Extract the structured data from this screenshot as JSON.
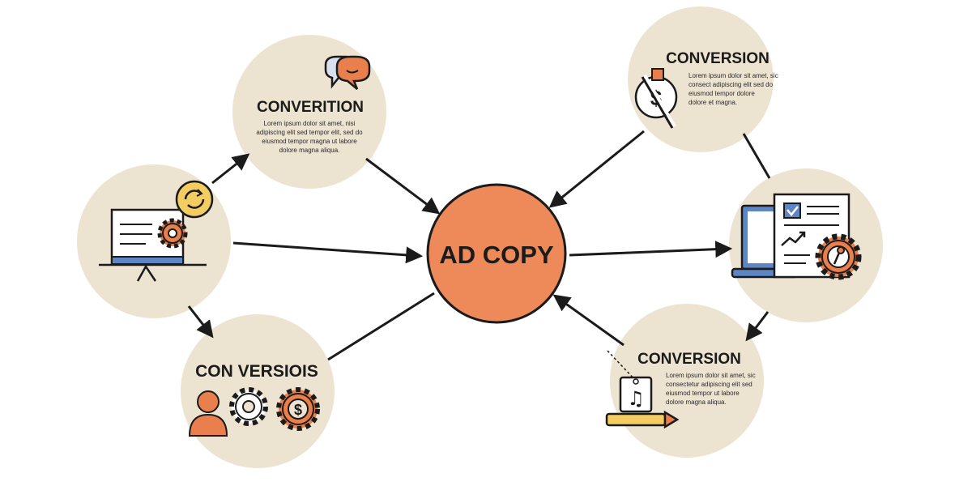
{
  "center": {
    "label": "AD COPY"
  },
  "nodes": [
    {
      "id": "top-left",
      "title": "CONVERITION",
      "body": [
        "Lorem ipsum dolor sit amet, nisi",
        "adipiscing elit sed tempor elit, sed do",
        "eiusmod tempor magna ut labore",
        "dolore magna aliqua."
      ]
    },
    {
      "id": "left",
      "title": "",
      "body": []
    },
    {
      "id": "bottom-left",
      "title": "CON VERSIOIS",
      "body": []
    },
    {
      "id": "top-right",
      "title": "CONVERSION",
      "body": [
        "Lorem ipsum dolor sit amet, sic",
        "consect adipiscing elit sed do",
        "eiusmod tempor dolore",
        "dolore et magna."
      ]
    },
    {
      "id": "right",
      "title": "",
      "body": []
    },
    {
      "id": "bottom-right",
      "title": "CONVERSION",
      "body": [
        "Lorem ipsum dolor sit amet, sic",
        "consectetur adipiscing elit sed",
        "eiusmod tempor ut labore",
        "dolore magna aliqua."
      ]
    }
  ],
  "colors": {
    "node_fill": "#ede3d1",
    "center_fill": "#ee8a5a",
    "center_stroke": "#1b1b1b",
    "accent_orange": "#e97f4c",
    "accent_yellow": "#f4cd62",
    "accent_blue": "#5e86c4",
    "line": "#1b1b1b"
  },
  "icons": {
    "top-left": [
      "chat-bubbles-icon"
    ],
    "left": [
      "presentation-board-icon",
      "refresh-coin-icon",
      "gear-icon"
    ],
    "bottom-left": [
      "person-icon",
      "gear-icon",
      "dollar-gear-icon"
    ],
    "top-right": [
      "dollar-crossed-icon"
    ],
    "right": [
      "laptop-icon",
      "report-document-icon",
      "gear-icon"
    ],
    "bottom-right": [
      "music-tag-icon",
      "pencil-arrow-icon"
    ]
  }
}
